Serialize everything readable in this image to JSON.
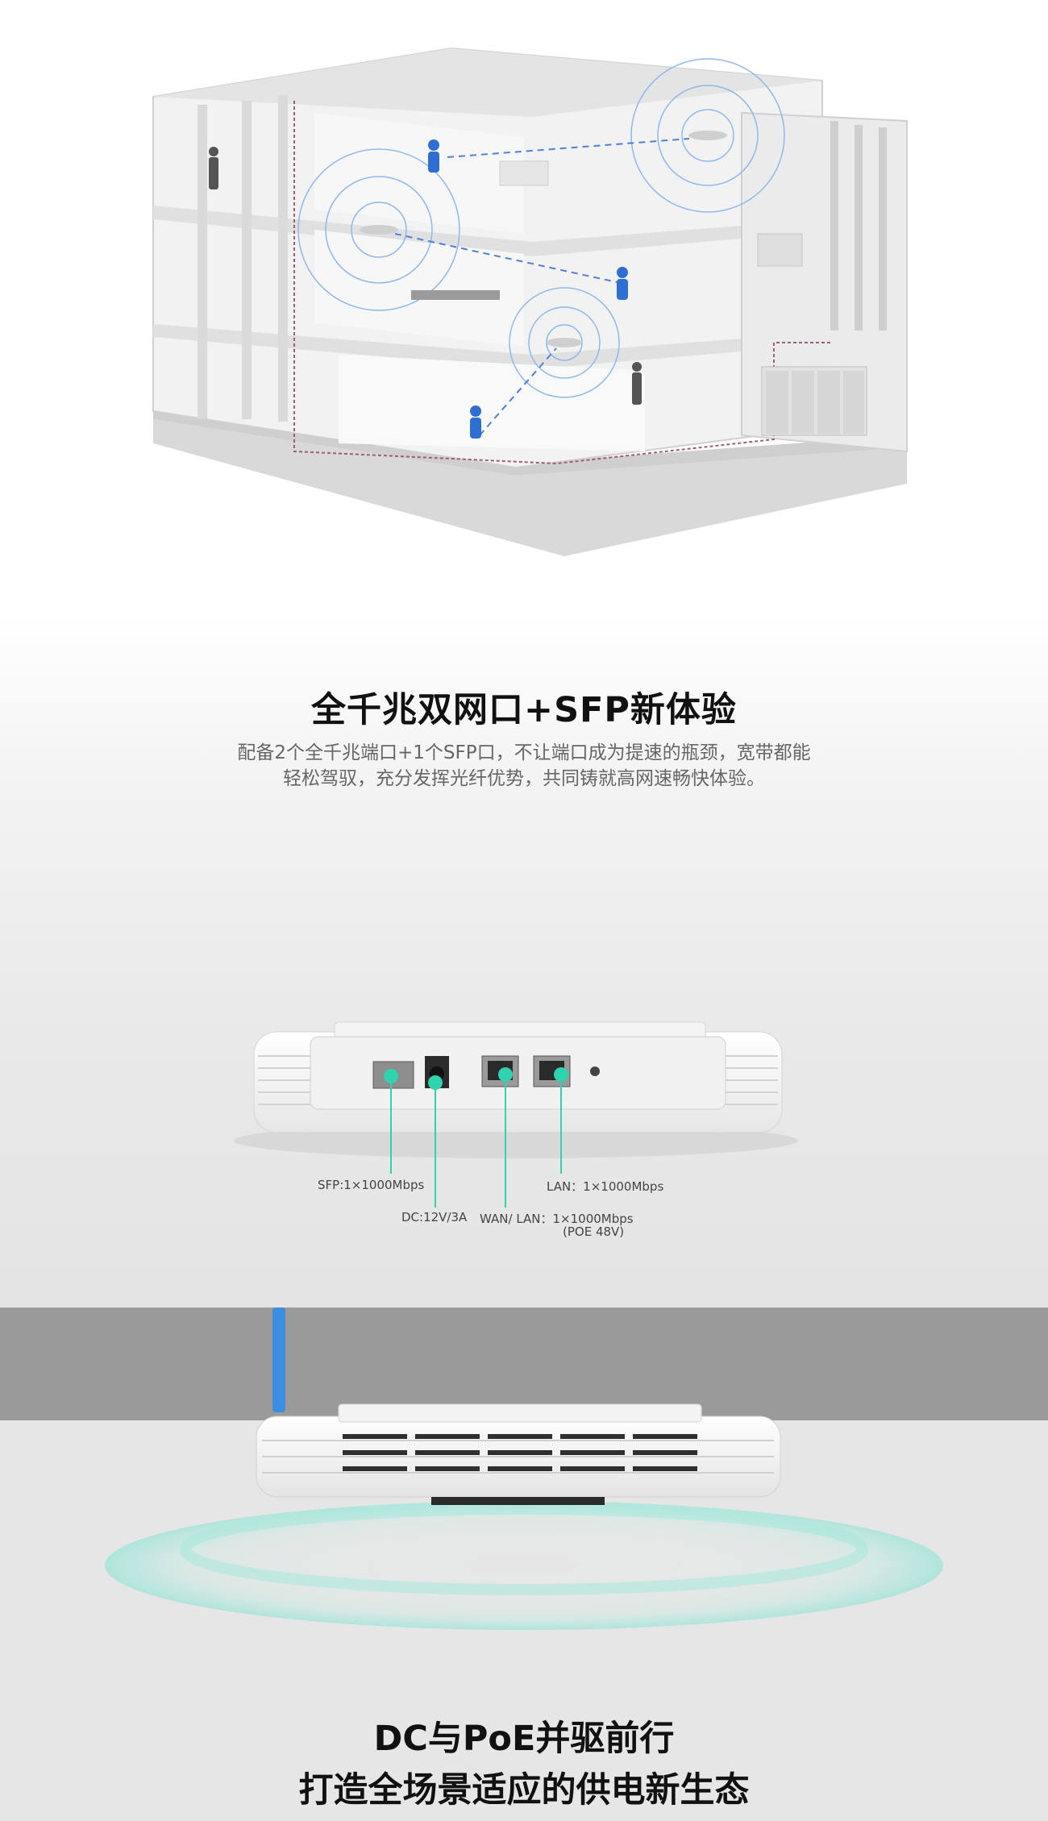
{
  "ports_section": {
    "title": "全千兆双网口+SFP新体验",
    "desc_line1": "配备2个全千兆端口+1个SFP口，不让端口成为提速的瓶颈，宽带都能",
    "desc_line2": "轻松驾驭，充分发挥光纤优势，共同铸就高网速畅快体验。",
    "labels": {
      "sfp": "SFP:1×1000Mbps",
      "dc": "DC:12V/3A",
      "wan": "WAN/ LAN：1×1000Mbps",
      "wan_poe": "(POE 48V)",
      "lan": "LAN：1×1000Mbps"
    }
  },
  "power_section": {
    "title_line1": "DC与PoE并驱前行",
    "title_line2": "打造全场景适应的供电新生态"
  },
  "colors": {
    "accent": "#2fd3b0",
    "signal": "#8fb8ee",
    "title": "#111111",
    "desc": "#666666"
  }
}
